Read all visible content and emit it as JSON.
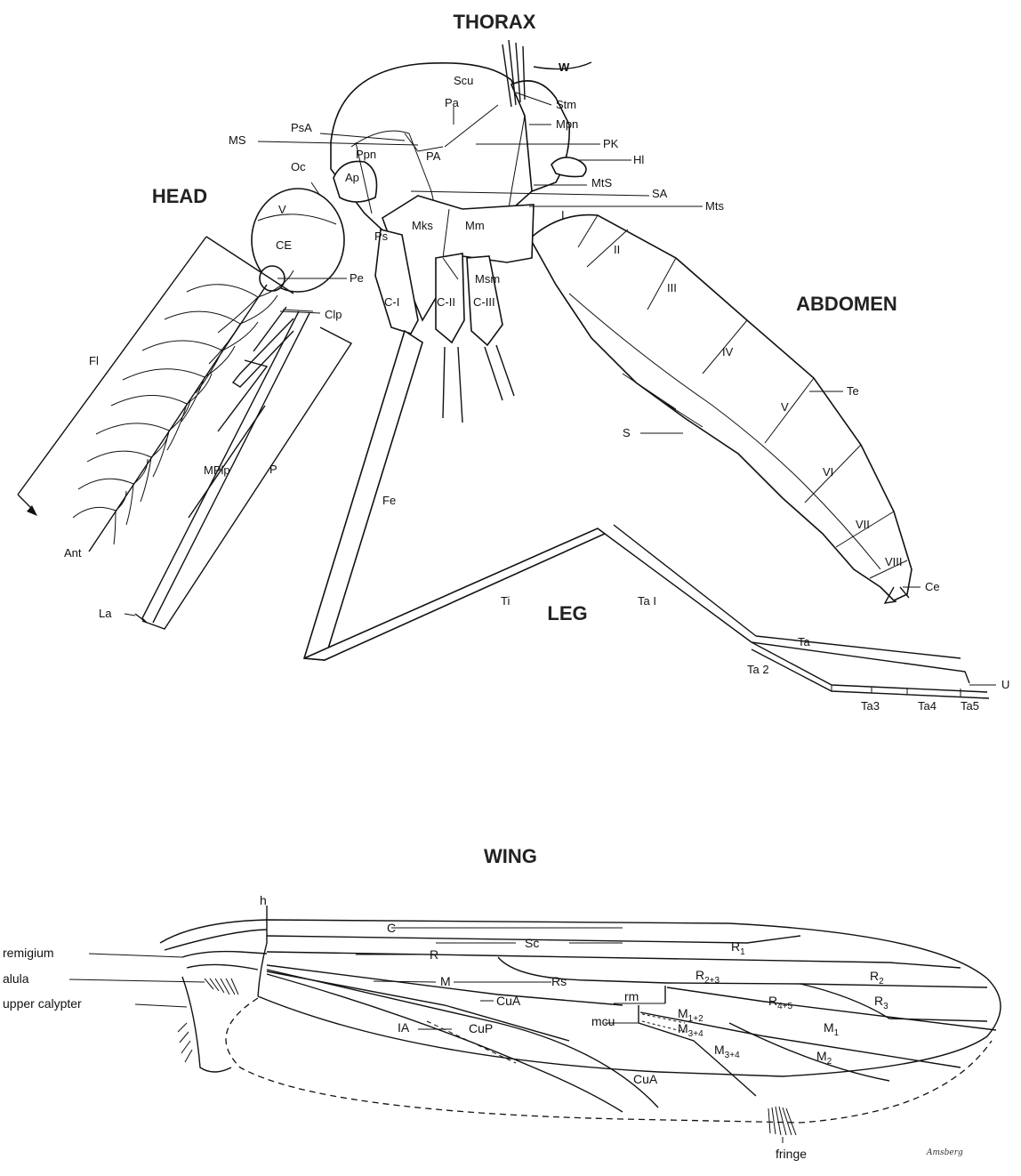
{
  "sections": {
    "thorax": "THORAX",
    "head": "HEAD",
    "abdomen": "ABDOMEN",
    "leg": "LEG",
    "wing": "WING"
  },
  "labels": {
    "W": "W",
    "Scu": "Scu",
    "Stm": "Stm",
    "Pa": "Pa",
    "Mpn": "Mpn",
    "PsA": "PsA",
    "MS": "MS",
    "PK": "PK",
    "Ppn": "Ppn",
    "PA": "PA",
    "Hl": "Hl",
    "Oc": "Oc",
    "Ap": "Ap",
    "MtS": "MtS",
    "SA": "SA",
    "Mts": "Mts",
    "V_head": "V",
    "Mks": "Mks",
    "Mm": "Mm",
    "CE": "CE",
    "Ps": "Ps",
    "I": "I",
    "II": "II",
    "III": "III",
    "Pe": "Pe",
    "Msm": "Msm",
    "C1": "C-I",
    "C2": "C-II",
    "C3": "C-III",
    "Clp": "Clp",
    "IV": "IV",
    "Fl": "Fl",
    "Te": "Te",
    "V_abd": "V",
    "S": "S",
    "VI": "VI",
    "MPlp": "MPlp",
    "P": "P",
    "Fe": "Fe",
    "VII": "VII",
    "VIII": "VIII",
    "Ce": "Ce",
    "Ant": "Ant",
    "Ta1": "Ta I",
    "Ti": "Ti",
    "La": "La",
    "Ta": "Ta",
    "Ta2": "Ta 2",
    "U": "U",
    "Ta3": "Ta3",
    "Ta4": "Ta4",
    "Ta5": "Ta5"
  },
  "wing_labels": {
    "h": "h",
    "C": "C",
    "Sc": "Sc",
    "R1": "R",
    "R1_sub": "1",
    "remigium": "remigium",
    "R": "R",
    "Rs": "Rs",
    "R23": "R",
    "R23_sub": "2+3",
    "R2": "R",
    "R2_sub": "2",
    "alula": "alula",
    "M": "M",
    "CuA_top": "CuA",
    "rm": "rm",
    "R45": "R",
    "R45_sub": "4+5",
    "R3": "R",
    "R3_sub": "3",
    "upper_calypter": "upper calypter",
    "M12": "M",
    "M12_sub": "1+2",
    "IA": "IA",
    "CuP": "CuP",
    "mcu": "mcu",
    "M34a": "M",
    "M34a_sub": "3+4",
    "M1": "M",
    "M1_sub": "1",
    "M34b": "M",
    "M34b_sub": "3+4",
    "M2": "M",
    "M2_sub": "2",
    "CuA_bot": "CuA",
    "fringe": "fringe"
  },
  "signature": "Amsberg"
}
